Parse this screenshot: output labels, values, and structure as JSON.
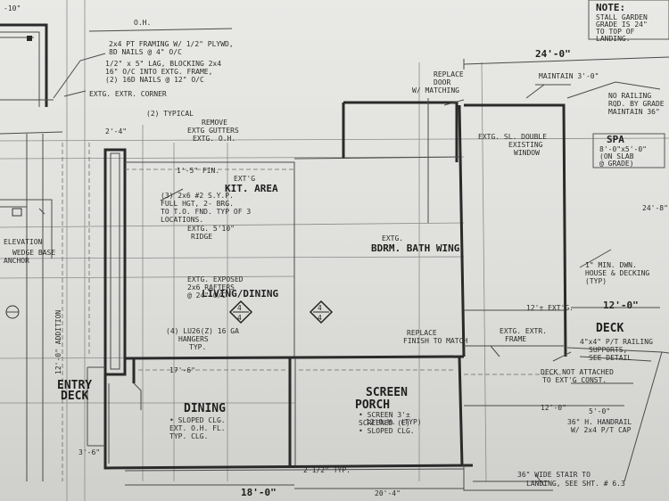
{
  "notes": {
    "note_title": "NOTE:",
    "note_lines": [
      "STALL GARDEN",
      "GRADE IS 24\"",
      "TO TOP OF",
      "LANDING."
    ]
  },
  "dimensions": {
    "top_left": "-10\"",
    "oh": "O.H.",
    "d24_0": "24'-0\"",
    "maintain_3_0": "MAINTAIN 3'-0\"",
    "d12_0_right": "12'-0\"",
    "d12_ext": "12'± EXT'G.",
    "d12_0_porch": "12'-0\"",
    "d5_0": "5'-0\"",
    "d18_0": "18'-0\"",
    "d20_4": "20'-4\"",
    "d17_6": "17'-6\"",
    "d2_4": "2'-4\"",
    "d3_0": "3'-6\"",
    "d12_oh": "12'O.H. (TYP)",
    "left_12_addition": "12'-0\" ADDITION",
    "d24_8": "24'-8\""
  },
  "labels": {
    "framing": [
      "2x4 PT FRAMING W/ 1/2\" PLYWD,",
      "8D NAILS @ 4\" O/C"
    ],
    "blocking": [
      "1/2\" x 5\" LAG, BLOCKING 2x4",
      "16\" O/C INTO EXTG. FRAME,",
      "(2) 16D NAILS @ 12\" O/C"
    ],
    "extg_corner": "EXTG. EXTR. CORNER",
    "typical": "(2) TYPICAL",
    "remove_gutters": [
      "REMOVE",
      "EXTG GUTTERS",
      "EXTG. O.H."
    ],
    "fin": "1'-5\" FIN.",
    "kit_area": [
      "EXT'G",
      "KIT. AREA"
    ],
    "beam_note": [
      "(3) 2x6 #2 S.Y.P.",
      "FULL HGT, 2- BRG.",
      "TO T.O. FND. TYP OF 3",
      "LOCATIONS."
    ],
    "ridge": [
      "EXTG. 5'10\"",
      "RIDGE"
    ],
    "exposed": [
      "EXTG. EXPOSED",
      "2x6 RAFTERS",
      "@ 24\" O/C"
    ],
    "living_dining": "LIVING/DINING",
    "hangers": [
      "(4) LU26(Z) 16 GA",
      "HANGERS",
      "TYP."
    ],
    "bdrm_bath": [
      "EXTG.",
      "BDRM. BATH WING"
    ],
    "deck_title": "DECK",
    "railing": [
      "4\"x4\" P/T RAILING",
      "SUPPORTS,",
      "SEE DETAIL"
    ],
    "entry_deck": [
      "ENTRY",
      "DECK"
    ],
    "dining": "DINING",
    "dining_notes": [
      "• SLOPED CLG.",
      "EXT. O.H. FL.",
      "TYP. CLG."
    ],
    "screen_porch": [
      "SCREEN",
      "PORCH"
    ],
    "porch_notes": [
      "• SCREEN 3'±",
      "SCREENED (E)",
      "• SLOPED CLG."
    ],
    "not_attached": [
      "DECK NOT ATTACHED",
      "TO EXT'G CONST."
    ],
    "spa_title": "SPA",
    "spa_notes": [
      "8'-0\"x5'-0\"",
      "(ON SLAB",
      "@ GRADE)"
    ],
    "no_railing": [
      "NO RAILING",
      "RQD. BY GRADE",
      "MAINTAIN 36\""
    ],
    "min_down": [
      "1\" MIN. DWN.",
      "HOUSE & DECKING",
      "(TYP)"
    ],
    "replace_door": [
      "REPLACE",
      "DOOR",
      "W/ MATCHING"
    ],
    "extg_window": [
      "EXTG. SL. DOUBLE",
      "EXISTING",
      "WINDOW"
    ],
    "replace_finish": [
      "REPLACE",
      "FINISH TO MATCH"
    ],
    "extg_frame": [
      "EXTG. EXTR.",
      "FRAME"
    ],
    "stair": [
      "36\" WIDE STAIR TO",
      "LANDING, SEE SHT. # 6.3"
    ],
    "handrail": [
      "36\" H. HANDRAIL",
      "W/ 2x4 P/T CAP"
    ],
    "elevation": "ELEVATION",
    "anchor": [
      "WEDGE BASE",
      "ANCHOR"
    ],
    "two_dim": "2 1/2\" TYP."
  },
  "detail_markers": [
    "4",
    "4",
    "4",
    "4"
  ]
}
